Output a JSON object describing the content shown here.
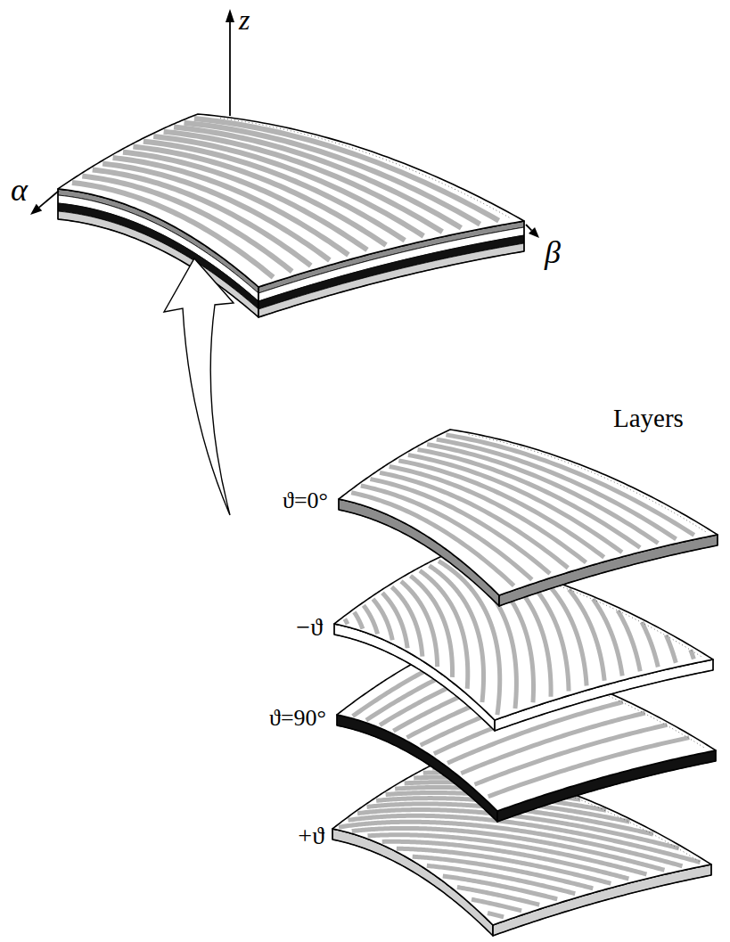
{
  "diagram": {
    "labels": [
      "z",
      "α",
      "β",
      "Layers",
      "ϑ=0°",
      "−ϑ",
      "ϑ=90°",
      "+ϑ"
    ]
  }
}
